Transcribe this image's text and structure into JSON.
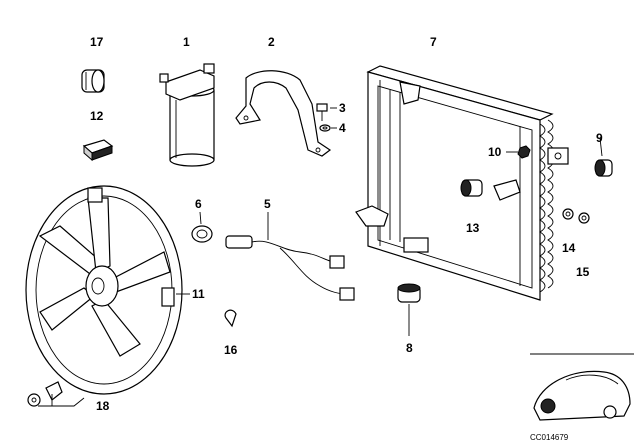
{
  "parts": [
    {
      "id": "17",
      "label": "17"
    },
    {
      "id": "1",
      "label": "1"
    },
    {
      "id": "2",
      "label": "2"
    },
    {
      "id": "7",
      "label": "7"
    },
    {
      "id": "3",
      "label": "3"
    },
    {
      "id": "4",
      "label": "4"
    },
    {
      "id": "12",
      "label": "12"
    },
    {
      "id": "9",
      "label": "9"
    },
    {
      "id": "10",
      "label": "10"
    },
    {
      "id": "6",
      "label": "6"
    },
    {
      "id": "5",
      "label": "5"
    },
    {
      "id": "13",
      "label": "13"
    },
    {
      "id": "14",
      "label": "14"
    },
    {
      "id": "15",
      "label": "15"
    },
    {
      "id": "11",
      "label": "11"
    },
    {
      "id": "16",
      "label": "16"
    },
    {
      "id": "8",
      "label": "8"
    },
    {
      "id": "18",
      "label": "18"
    }
  ],
  "catalog_code": "CC014679"
}
